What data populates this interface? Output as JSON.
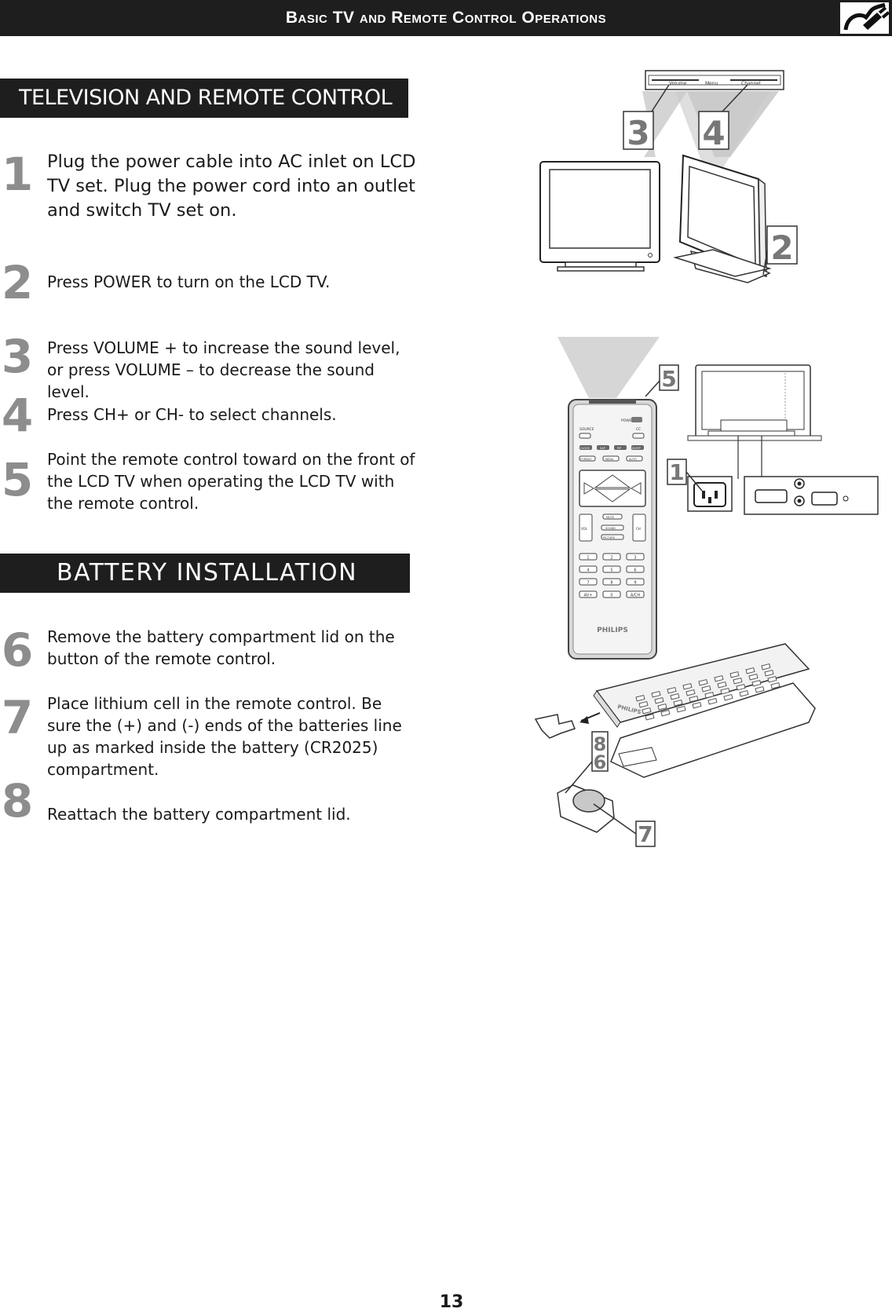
{
  "header": {
    "title": "Basic TV and Remote Control Operations",
    "logo_icon": "cable-plug-icon"
  },
  "sections": [
    {
      "title": "TELEVISION AND REMOTE CONTROL",
      "steps": [
        {
          "number": "1",
          "text": "Plug the power cable into AC inlet on LCD TV set. Plug the power cord into an outlet and switch TV set on."
        },
        {
          "number": "2",
          "text": "Press POWER to turn on the LCD TV."
        },
        {
          "number": "3",
          "text": "Press VOLUME + to increase the sound level, or press VOLUME –  to decrease the sound level."
        },
        {
          "number": "4",
          "text": "Press CH+ or CH- to select channels."
        },
        {
          "number": "5",
          "text": "Point the remote control toward  on the front of the LCD TV when operating the LCD TV with the remote control."
        }
      ]
    },
    {
      "title": "BATTERY INSTALLATION",
      "steps": [
        {
          "number": "6",
          "text": "Remove the battery compartment lid on the button of the remote control."
        },
        {
          "number": "7",
          "text": "Place lithium cell in the remote control. Be sure the (+) and (-) ends  of the batteries line up as marked inside the battery (CR2025) compartment."
        },
        {
          "number": "8",
          "text": "Reattach the battery compartment lid."
        }
      ]
    }
  ],
  "figures": {
    "tv_front": {
      "callouts": [
        "3",
        "4",
        "2"
      ],
      "control_strip": [
        "Volume",
        "Menu",
        "Channel"
      ]
    },
    "remote": {
      "callouts": [
        "5",
        "1"
      ],
      "buttons": {
        "power": "POWER",
        "source": "SOURCE",
        "cc": "CC",
        "row1": [
          "CLOCK",
          "SAP",
          "PIP",
          "SLEEP"
        ],
        "row2": [
          "FORMAT",
          "MENU",
          "AUTO"
        ],
        "mute": "MUTE",
        "sound": "SOUND",
        "picture": "PICTURE",
        "vol": "VOL",
        "ch": "CH",
        "digits": [
          "1",
          "2",
          "3",
          "4",
          "5",
          "6",
          "7",
          "8",
          "9",
          "AV+",
          "0",
          "A/CH"
        ]
      },
      "brand": "PHILIPS"
    },
    "battery": {
      "callouts": [
        "8",
        "6",
        "7"
      ],
      "brand": "PHILIPS"
    }
  },
  "page_number": "13"
}
